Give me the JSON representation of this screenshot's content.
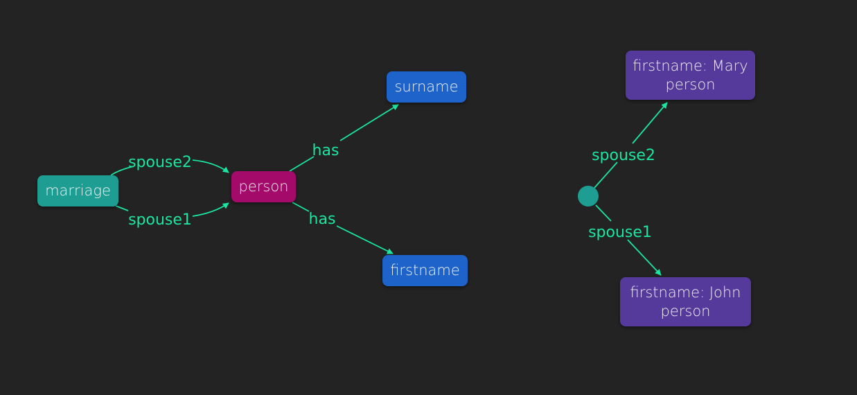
{
  "colors": {
    "background": "#232323",
    "edge": "#1be6a0",
    "relation_node": "#1e9e92",
    "person_node": "#a30a6a",
    "attribute_node": "#1e63c9",
    "instance_node": "#553a9b"
  },
  "schema": {
    "nodes": {
      "marriage": "marriage",
      "person": "person",
      "surname": "surname",
      "firstname": "firstname"
    },
    "edges": {
      "spouse2": "spouse2",
      "spouse1": "spouse1",
      "has_surname": "has",
      "has_firstname": "has"
    }
  },
  "instance": {
    "mary": {
      "line1": "firstname: Mary",
      "line2": "person"
    },
    "john": {
      "line1": "firstname: John",
      "line2": "person"
    },
    "edges": {
      "spouse2": "spouse2",
      "spouse1": "spouse1"
    }
  }
}
